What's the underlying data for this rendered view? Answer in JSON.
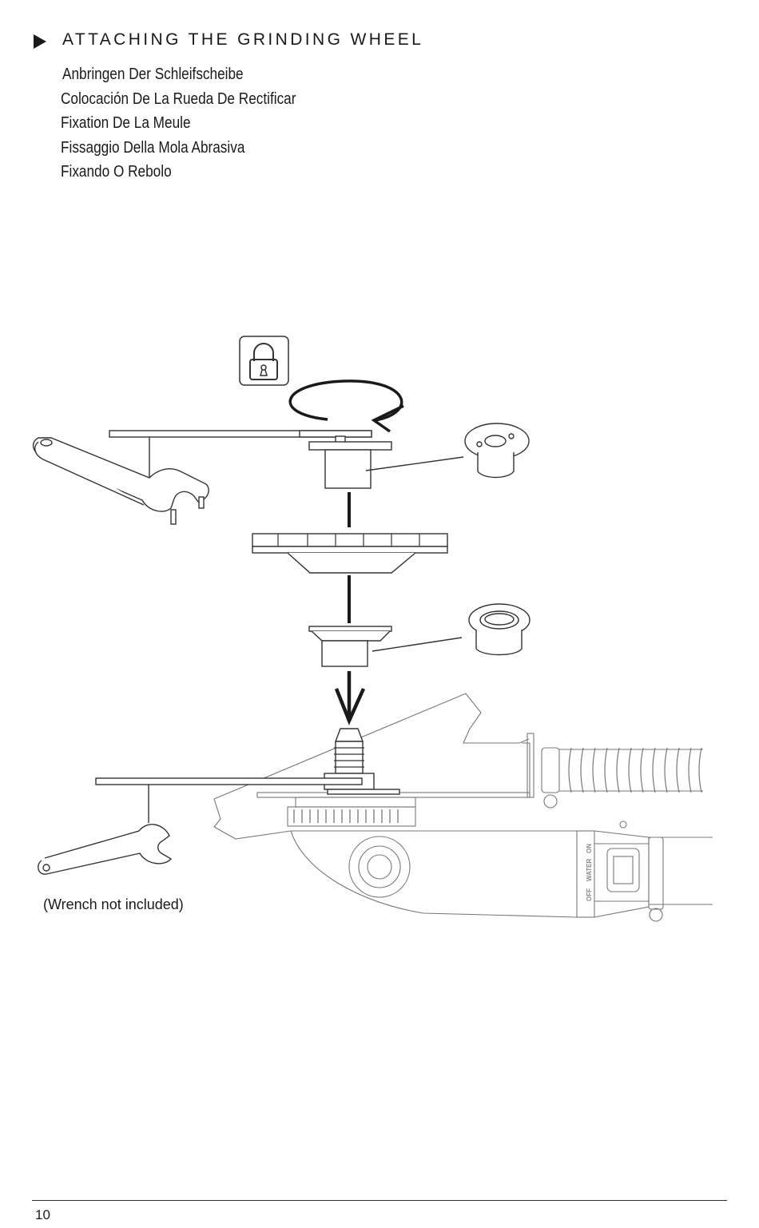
{
  "header": {
    "title": "ATTACHING THE GRINDING WHEEL",
    "subtitles": [
      "Anbringen Der Schleifscheibe",
      "Colocación De La Rueda De Rectificar",
      "Fixation De La Meule",
      "Fissaggio Della Mola Abrasiva",
      "Fixando O Rebolo"
    ]
  },
  "figure": {
    "icons": [
      "lock-icon",
      "rotation-arrow-icon",
      "down-arrow-icon",
      "spanner-wrench-icon",
      "open-end-wrench-icon"
    ],
    "switch_labels": {
      "off": "OFF",
      "water": "WATER",
      "on": "ON"
    },
    "caption": "(Wrench not included)"
  },
  "footer": {
    "page_number": "10"
  }
}
